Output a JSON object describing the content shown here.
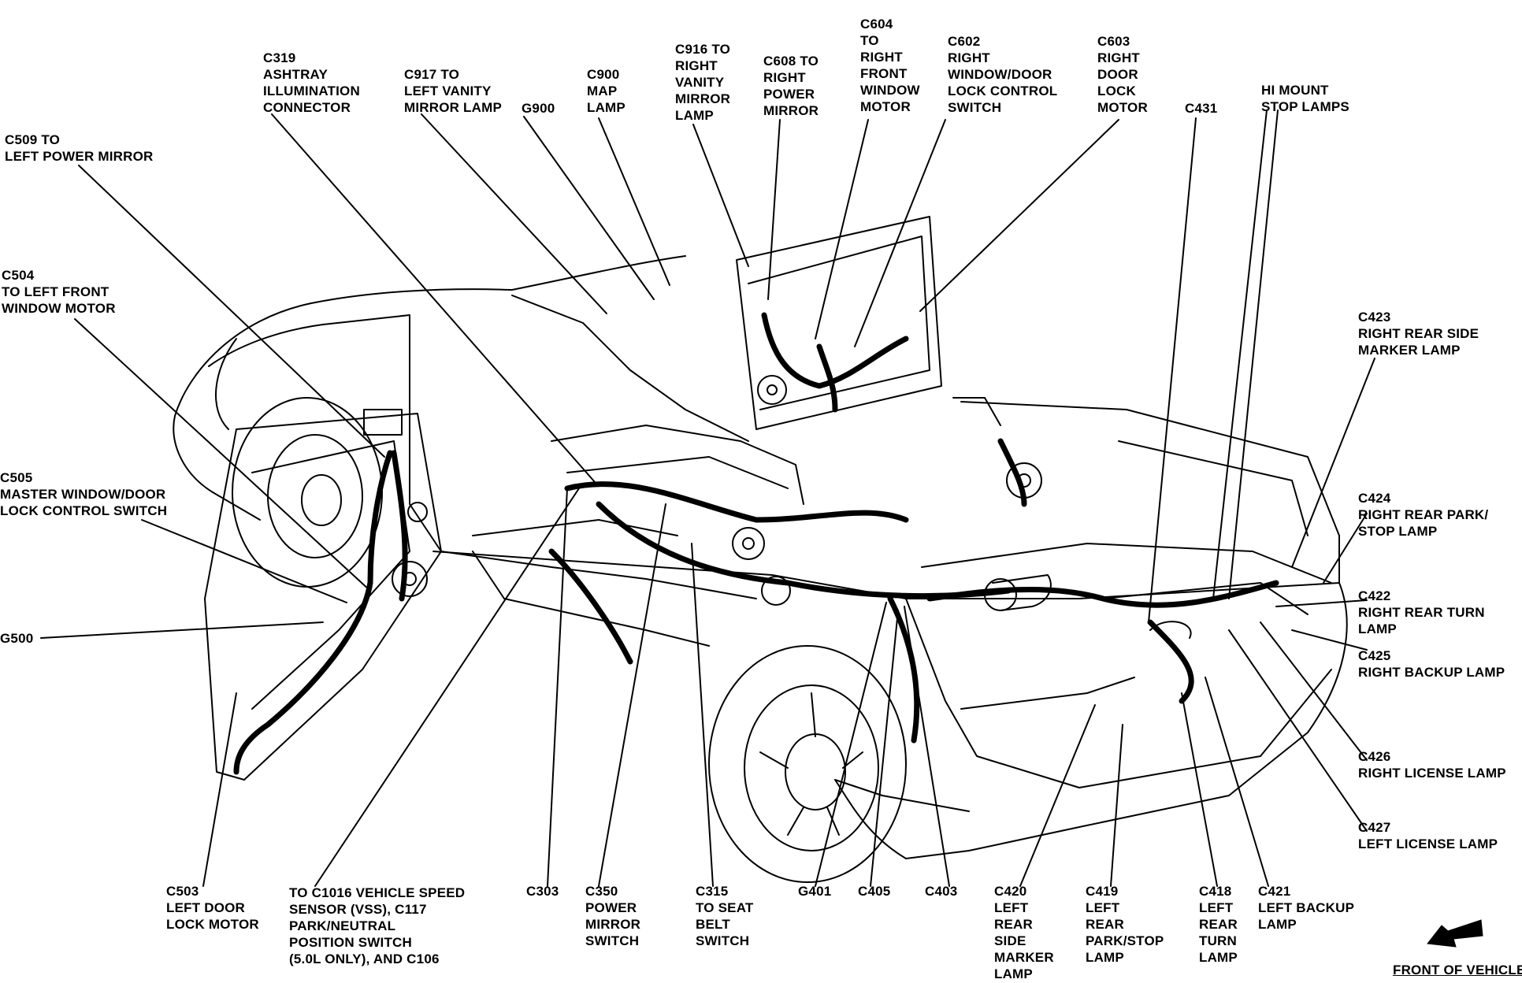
{
  "labels": [
    {
      "id": "c319",
      "text": "C319\nASHTRAY\nILLUMINATION\nCONNECTOR"
    },
    {
      "id": "c917",
      "text": "C917 TO\nLEFT VANITY\nMIRROR LAMP"
    },
    {
      "id": "g900",
      "text": "G900"
    },
    {
      "id": "c900",
      "text": "C900\nMAP\nLAMP"
    },
    {
      "id": "c916",
      "text": "C916 TO\nRIGHT\nVANITY\nMIRROR\nLAMP"
    },
    {
      "id": "c608",
      "text": "C608 TO\nRIGHT\nPOWER\nMIRROR"
    },
    {
      "id": "c604",
      "text": "C604\nTO\nRIGHT\nFRONT\nWINDOW\nMOTOR"
    },
    {
      "id": "c602",
      "text": "C602\nRIGHT\nWINDOW/DOOR\nLOCK CONTROL\nSWITCH"
    },
    {
      "id": "c603",
      "text": "C603\nRIGHT\nDOOR\nLOCK\nMOTOR"
    },
    {
      "id": "c431",
      "text": "C431"
    },
    {
      "id": "himount",
      "text": "HI MOUNT\nSTOP LAMPS"
    },
    {
      "id": "c509",
      "text": "C509 TO\nLEFT POWER MIRROR"
    },
    {
      "id": "c504",
      "text": "C504\nTO LEFT FRONT\nWINDOW MOTOR"
    },
    {
      "id": "c505",
      "text": "C505\nMASTER WINDOW/DOOR\nLOCK CONTROL SWITCH"
    },
    {
      "id": "g500",
      "text": "G500"
    },
    {
      "id": "c423",
      "text": "C423\nRIGHT REAR SIDE\nMARKER LAMP"
    },
    {
      "id": "c424",
      "text": "C424\nRIGHT REAR PARK/\nSTOP LAMP"
    },
    {
      "id": "c422",
      "text": "C422\nRIGHT REAR TURN LAMP"
    },
    {
      "id": "c425",
      "text": "C425\nRIGHT BACKUP LAMP"
    },
    {
      "id": "c426",
      "text": "C426\nRIGHT LICENSE LAMP"
    },
    {
      "id": "c427",
      "text": "C427\nLEFT LICENSE LAMP"
    },
    {
      "id": "c503",
      "text": "C503\nLEFT DOOR\nLOCK MOTOR"
    },
    {
      "id": "c1016",
      "text": "TO C1016 VEHICLE SPEED\nSENSOR (VSS), C117\nPARK/NEUTRAL\nPOSITION SWITCH\n(5.0L ONLY), AND C106"
    },
    {
      "id": "c303",
      "text": "C303"
    },
    {
      "id": "c350",
      "text": "C350\nPOWER\nMIRROR\nSWITCH"
    },
    {
      "id": "c315",
      "text": "C315\nTO SEAT\nBELT\nSWITCH"
    },
    {
      "id": "g401",
      "text": "G401"
    },
    {
      "id": "c405",
      "text": "C405"
    },
    {
      "id": "c403",
      "text": "C403"
    },
    {
      "id": "c420",
      "text": "C420\nLEFT\nREAR\nSIDE\nMARKER\nLAMP"
    },
    {
      "id": "c419",
      "text": "C419\nLEFT\nREAR\nPARK/STOP\nLAMP"
    },
    {
      "id": "c418",
      "text": "C418\nLEFT\nREAR\nTURN\nLAMP"
    },
    {
      "id": "c421",
      "text": "C421\nLEFT BACKUP\nLAMP"
    }
  ],
  "front_caption": "FRONT OF VEHICLE",
  "icons": {
    "front_arrow": "front-arrow-icon"
  }
}
